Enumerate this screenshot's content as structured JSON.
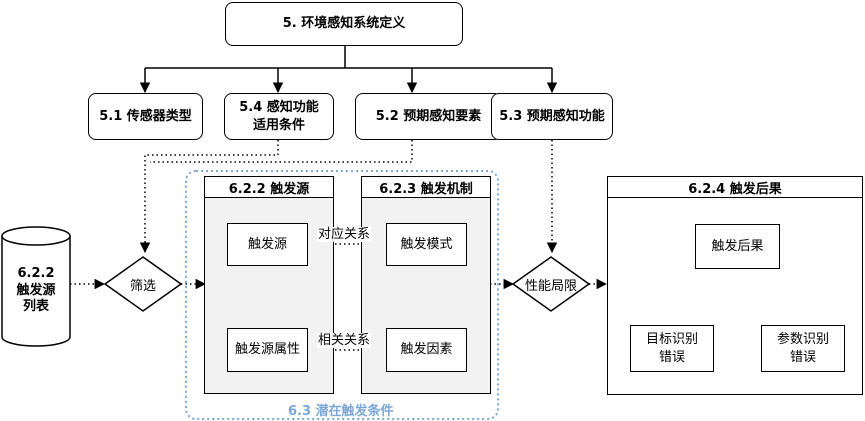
{
  "top": "5. 环境感知系统定义",
  "level2": {
    "sensor_types": "5.1 传感器类型",
    "applicable_conditions": "5.4 感知功能\n适用条件",
    "expected_elements": "5.2 预期感知要素",
    "expected_functions": "5.3 预期感知功能"
  },
  "database": "6.2.2\n触发源\n列表",
  "filter": "筛选",
  "trigger_source_panel": {
    "title": "6.2.2 触发源",
    "source": "触发源",
    "source_attr": "触发源属性"
  },
  "trigger_mech_panel": {
    "title": "6.2.3 触发机制",
    "mode": "触发模式",
    "factor": "触发因素"
  },
  "edge_labels": {
    "correspondence": "对应关系",
    "correlation": "相关关系"
  },
  "group_label": "6.3 潜在触发条件",
  "perf_limit": "性能局限",
  "consequence_panel": {
    "title": "6.2.4 触发后果",
    "consequence": "触发后果",
    "target_error": "目标识别\n错误",
    "param_error": "参数识别\n错误"
  },
  "colors": {
    "group_border": "#7aa6d8",
    "panel_bg": "#f2f2f2",
    "line": "#000000"
  }
}
